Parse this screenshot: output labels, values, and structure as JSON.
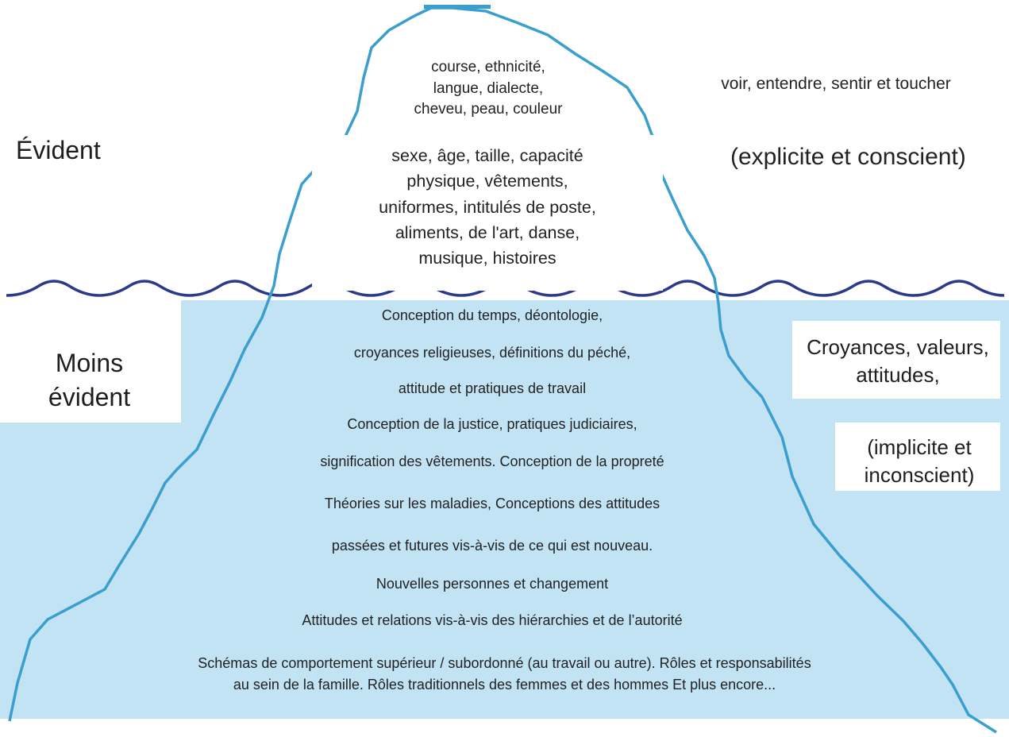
{
  "colors": {
    "water": "#c2e3f3",
    "iceberg_outline": "#3a9fcf",
    "waterline": "#2b3a8a",
    "text": "#222222"
  },
  "left_labels": {
    "evident": "Évident",
    "less_evident": "Moins évident"
  },
  "right_labels": {
    "senses": "voir, entendre, sentir et toucher",
    "explicit": "(explicite et conscient)",
    "beliefs": "Croyances, valeurs, attitudes,",
    "implicit": "(implicite et inconscient)"
  },
  "tip": {
    "lines": [
      "course, ethnicité,",
      "langue, dialecte,",
      "cheveu, peau, couleur"
    ]
  },
  "visible": {
    "lines": [
      "sexe, âge, taille, capacité",
      "physique, vêtements,",
      "uniformes, intitulés de poste,",
      "aliments, de l'art, danse,",
      "musique, histoires"
    ]
  },
  "below": {
    "lines": [
      "Conception du temps, déontologie,",
      "croyances religieuses, définitions du péché,",
      "attitude et pratiques de travail",
      "Conception de la justice, pratiques judiciaires,",
      "signification des vêtements. Conception de la propreté",
      "Théories sur les maladies, Conceptions des attitudes",
      "passées et futures vis-à-vis de ce qui est nouveau.",
      "Nouvelles personnes et changement",
      "Attitudes et relations vis-à-vis des hiérarchies et de l’autorité"
    ],
    "bottom_lines": [
      "Schémas de comportement supérieur / subordonné (au travail ou autre). Rôles et responsabilités",
      "au sein de la famille. Rôles traditionnels des femmes et des hommes Et plus encore..."
    ]
  }
}
